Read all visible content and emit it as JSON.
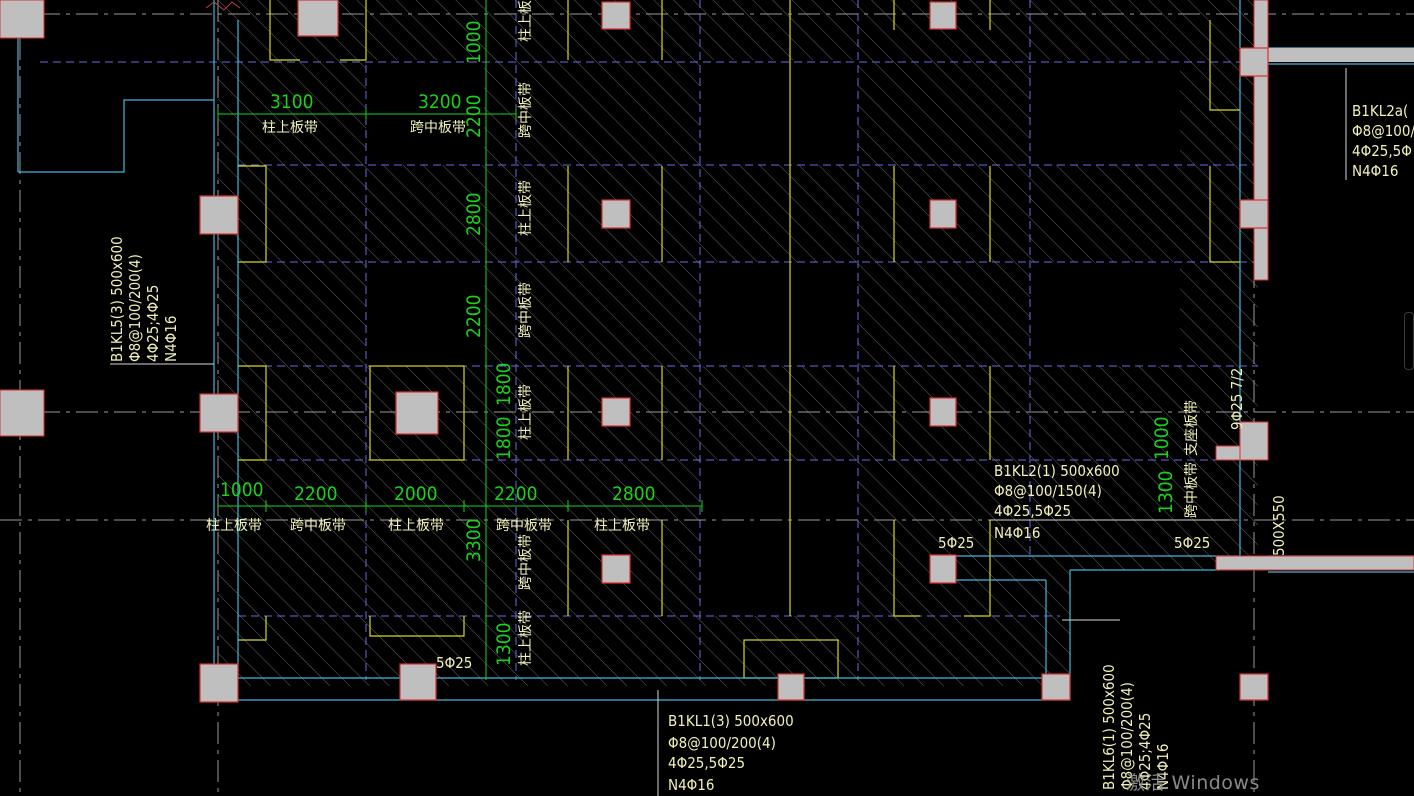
{
  "colors": {
    "background": "#000000",
    "grid": "#9a9a9a",
    "beam_edge": "#3fb8e0",
    "column_fill": "#bfbfbf",
    "column_edge": "#e03030",
    "slab_band": "#6060e0",
    "hatch": "#8a8a8a",
    "dimension": "#19d219",
    "text": "#f2f2b8",
    "band_outline": "#d8d820",
    "watermark": "#8a8a8a"
  },
  "dimensions_x": [
    "3100",
    "3200",
    "1000",
    "2200",
    "2000",
    "2200",
    "2800"
  ],
  "dimensions_y": [
    "1000",
    "2200",
    "2800",
    "2200",
    "1800",
    "1800",
    "3300",
    "1300",
    "1000",
    "1300"
  ],
  "strip_labels": {
    "column_strip": "柱上板带",
    "middle_strip": "跨中板带",
    "support_strip": "支座板带"
  },
  "beam_labels": {
    "b1kl5": [
      "B1KL5(3) 500x600",
      "Φ8@100/200(4)",
      "4Φ25;4Φ25",
      "N4Φ16"
    ],
    "b1kl2a": [
      "B1KL2a(",
      "Φ8@100/",
      "4Φ25,5Φ",
      "N4Φ16"
    ],
    "b1kl2": [
      "B1KL2(1) 500x600",
      "Φ8@100/150(4)",
      "4Φ25,5Φ25",
      "N4Φ16"
    ],
    "b1kl1": [
      "B1KL1(3) 500x600",
      "Φ8@100/200(4)",
      "4Φ25,5Φ25",
      "N4Φ16"
    ],
    "b1kl6": [
      "B1KL6(1) 500x600",
      "Φ8@100/200(4)",
      "4Φ25;4Φ25",
      "N4Φ16"
    ]
  },
  "rebar_notes": {
    "near_col_bottom": "5Φ25",
    "near_b1kl2": "5Φ25",
    "right_edge": "5Φ25",
    "vertical": "9Φ25 7/2",
    "section": "500X550"
  },
  "watermark": "激活 Windows"
}
